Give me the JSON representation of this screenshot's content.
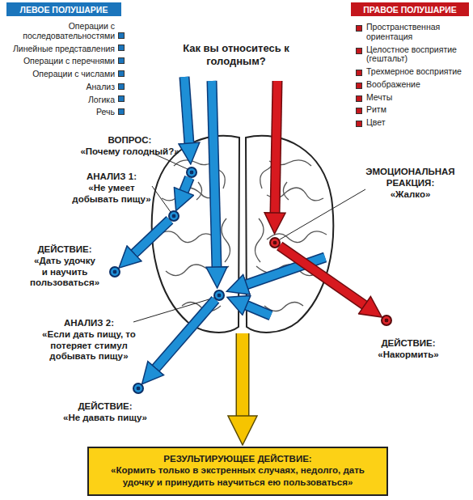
{
  "diagram": {
    "title": "Как вы относитесь к голодным?",
    "nodes": [
      {
        "text": [
          "ЛЕВОЕ ПОЛУШАРИЕ"
        ]
      },
      {
        "text": [
          "ПРАВОЕ ПОЛУШАРИЕ"
        ]
      },
      {
        "text": [
          "ВОПРОС:",
          "«Почему голодный?»"
        ]
      },
      {
        "text": [
          "АНАЛИЗ 1:",
          "«Не умеет добывать пищу»"
        ]
      },
      {
        "text": [
          "ДЕЙСТВИЕ:",
          "«Дать удочку и научить пользоваться»"
        ]
      },
      {
        "text": [
          "ЭМОЦИОНАЛЬНАЯ РЕАКЦИЯ:",
          "«Жалко»"
        ]
      },
      {
        "text": [
          "АНАЛИЗ 2:",
          "«Если дать пищу, то потеряет стимул добывать пищу»"
        ]
      },
      {
        "text": [
          "ДЕЙСТВИЕ:",
          "«Накормить»"
        ]
      },
      {
        "text": [
          "ДЕЙСТВИЕ:",
          "«Не давать пищу»"
        ]
      },
      {
        "text": [
          "РЕЗУЛЬТИРУЮЩЕЕ ДЕЙСТВИЕ:",
          "«Кормить только в экстренных случаях, недолго, дать удочку и принудить научиться ею пользоваться»"
        ]
      }
    ],
    "edges": [
      {
        "from": 2,
        "to": 3,
        "arrow": "to"
      },
      {
        "from": 3,
        "to": 4,
        "arrow": "to"
      },
      {
        "from": 6,
        "to": 8,
        "arrow": "to"
      },
      {
        "from": 5,
        "to": 7,
        "arrow": "to"
      }
    ],
    "legend": [
      {
        "text": "Операции с последовательностями",
        "color": "#1b75bc"
      },
      {
        "text": "Линейные представления",
        "color": "#1b75bc"
      },
      {
        "text": "Операции с перечнями",
        "color": "#1b75bc"
      },
      {
        "text": "Операции с числами",
        "color": "#1b75bc"
      },
      {
        "text": "Анализ",
        "color": "#1b75bc"
      },
      {
        "text": "Логика",
        "color": "#1b75bc"
      },
      {
        "text": "Речь",
        "color": "#1b75bc"
      },
      {
        "text": "Пространственная ориентация",
        "color": "#c4161c"
      },
      {
        "text": "Целостное восприятие (гештальт)",
        "color": "#c4161c"
      },
      {
        "text": "Трехмерное восприятие",
        "color": "#c4161c"
      },
      {
        "text": "Воображение",
        "color": "#c4161c"
      },
      {
        "text": "Мечты",
        "color": "#c4161c"
      },
      {
        "text": "Ритм",
        "color": "#c4161c"
      },
      {
        "text": "Цвет",
        "color": "#c4161c"
      }
    ]
  }
}
